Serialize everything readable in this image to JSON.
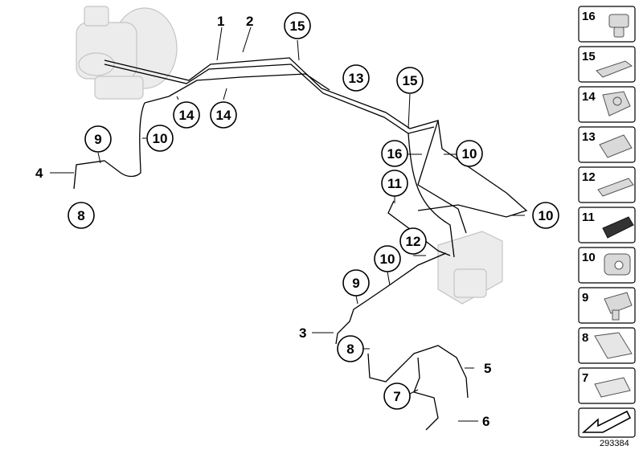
{
  "callouts_plain": [
    {
      "key": "p1",
      "text": "1"
    },
    {
      "key": "p2",
      "text": "2"
    },
    {
      "key": "p4",
      "text": "4"
    },
    {
      "key": "p3",
      "text": "3"
    },
    {
      "key": "p5",
      "text": "5"
    },
    {
      "key": "p6",
      "text": "6"
    }
  ],
  "callouts_circled": [
    {
      "key": "c15a",
      "text": "15"
    },
    {
      "key": "c13",
      "text": "13"
    },
    {
      "key": "c15b",
      "text": "15"
    },
    {
      "key": "c14a",
      "text": "14"
    },
    {
      "key": "c14b",
      "text": "14"
    },
    {
      "key": "c9a",
      "text": "9"
    },
    {
      "key": "c10a",
      "text": "10"
    },
    {
      "key": "c8a",
      "text": "8"
    },
    {
      "key": "c16",
      "text": "16"
    },
    {
      "key": "c10b",
      "text": "10"
    },
    {
      "key": "c11",
      "text": "11"
    },
    {
      "key": "c10c",
      "text": "10"
    },
    {
      "key": "c12",
      "text": "12"
    },
    {
      "key": "c10d",
      "text": "10"
    },
    {
      "key": "c9b",
      "text": "9"
    },
    {
      "key": "c8b",
      "text": "8"
    },
    {
      "key": "c7",
      "text": "7"
    }
  ],
  "parts_legend": [
    {
      "number": "16",
      "icon": "clip-16-icon"
    },
    {
      "number": "15",
      "icon": "holder-15-icon"
    },
    {
      "number": "14",
      "icon": "clip-14-icon"
    },
    {
      "number": "13",
      "icon": "clip-13-icon"
    },
    {
      "number": "12",
      "icon": "holder-12-icon"
    },
    {
      "number": "11",
      "icon": "holder-11-icon"
    },
    {
      "number": "10",
      "icon": "clip-10-icon"
    },
    {
      "number": "9",
      "icon": "clip-9-icon"
    },
    {
      "number": "8",
      "icon": "clip-8-icon"
    },
    {
      "number": "7",
      "icon": "clip-7-icon"
    },
    {
      "number": "",
      "icon": "arrow-icon"
    }
  ],
  "reference_number": "293384",
  "colors": {
    "line": "#000000",
    "ghost_part": "#cfcfcf",
    "box_border": "#000000"
  }
}
